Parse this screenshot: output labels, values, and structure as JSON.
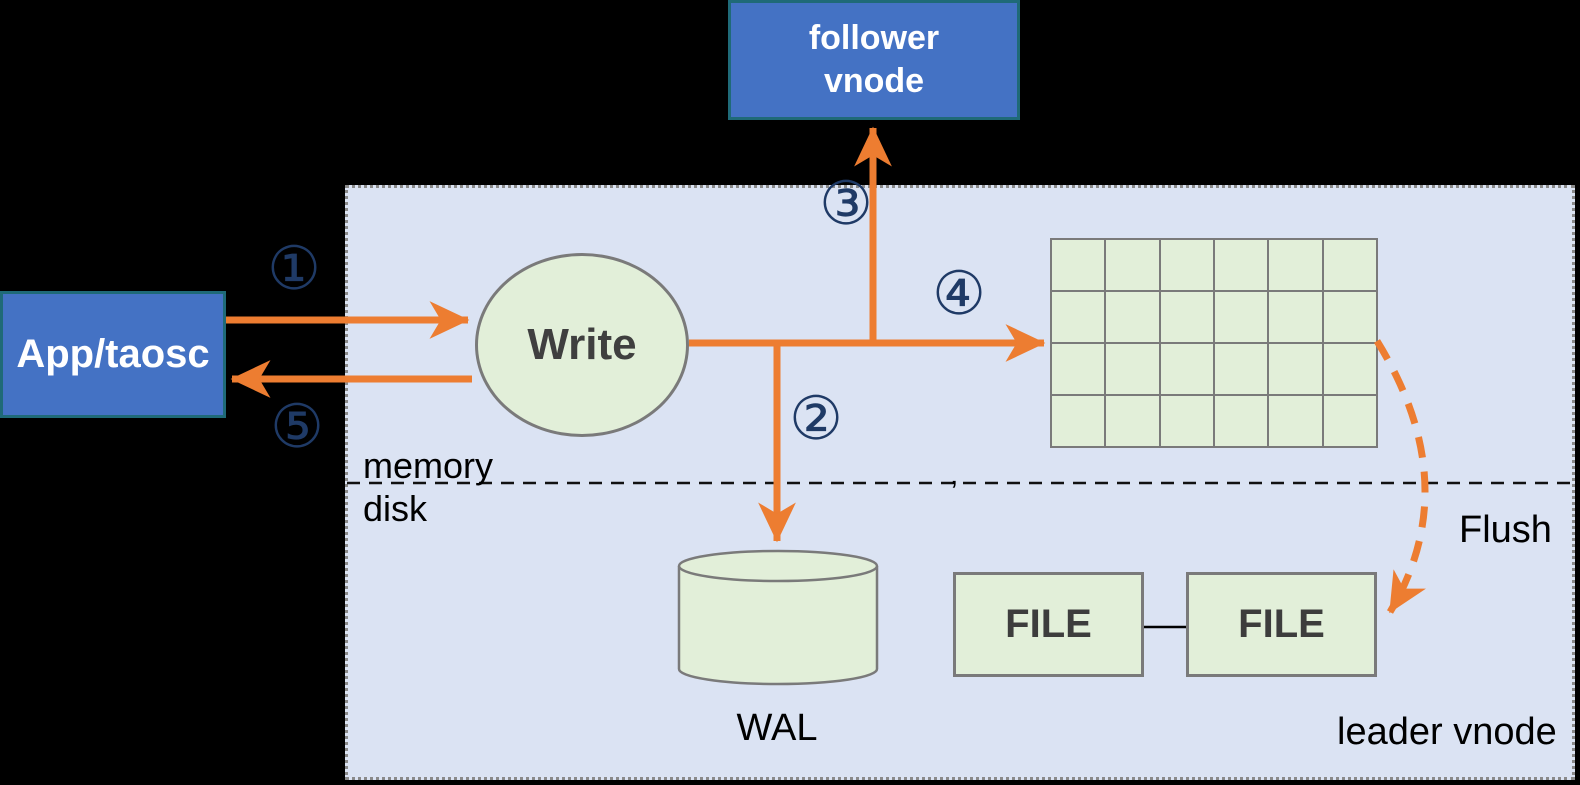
{
  "diagram": {
    "labels": {
      "follower_line1": "follower",
      "follower_line2": "vnode",
      "app": "App/taosc",
      "write": "Write",
      "wal": "WAL",
      "file_left": "FILE",
      "file_right": "FILE",
      "leader": "leader vnode",
      "memory": "memory",
      "disk": "disk",
      "flush": "Flush",
      "comma": ","
    },
    "steps": [
      {
        "id": 1,
        "glyph": "①"
      },
      {
        "id": 2,
        "glyph": "②"
      },
      {
        "id": 3,
        "glyph": "③"
      },
      {
        "id": 4,
        "glyph": "④"
      },
      {
        "id": 5,
        "glyph": "⑤"
      }
    ],
    "memtable_grid": {
      "rows": 4,
      "cols": 6
    },
    "colors": {
      "background": "#000000",
      "leader_vnode_fill": "#dbe3f3",
      "leader_vnode_border": "#8a8a8a",
      "node_blue_fill": "#4472c4",
      "node_blue_border": "#1f6a78",
      "shape_green_fill": "#e2efd9",
      "shape_border_gray": "#7a7a7a",
      "arrow_orange": "#ed7d31",
      "step_number_navy": "#1f3a66",
      "text_black": "#000000",
      "text_white": "#ffffff"
    }
  }
}
